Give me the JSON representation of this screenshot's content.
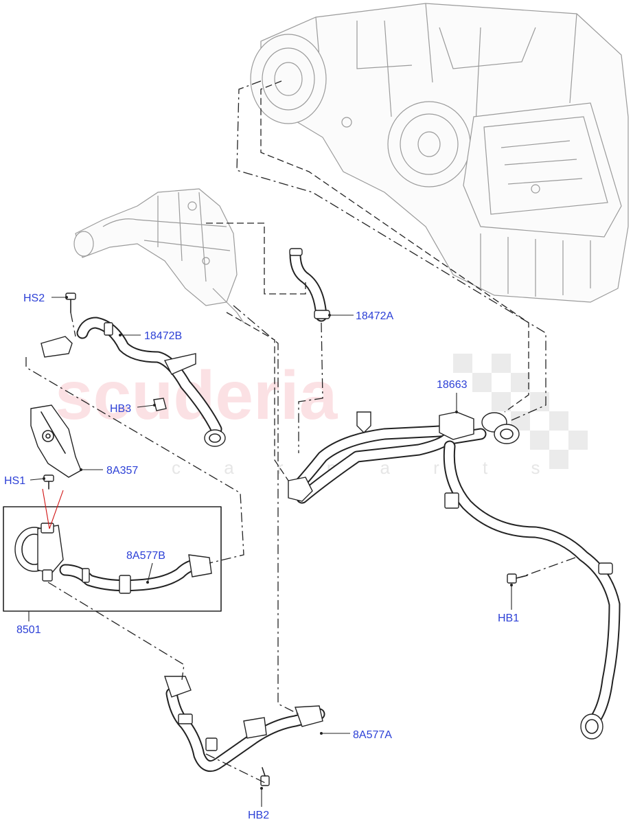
{
  "watermark": {
    "brand": "scuderia",
    "sub": "c a r   p a r t s"
  },
  "callouts": {
    "hs2": "HS2",
    "p18472b": "18472B",
    "p18472a": "18472A",
    "p18663": "18663",
    "hb3": "HB3",
    "p8a357": "8A357",
    "hs1": "HS1",
    "p8a577b": "8A577B",
    "p8501": "8501",
    "hb1": "HB1",
    "p8a577a": "8A577A",
    "hb2": "HB2"
  },
  "colors": {
    "callout_text": "#2b3fd6",
    "part_lines": "#222222",
    "ghost_lines": "#9a9a9a",
    "highlight_leader": "#d01010"
  }
}
